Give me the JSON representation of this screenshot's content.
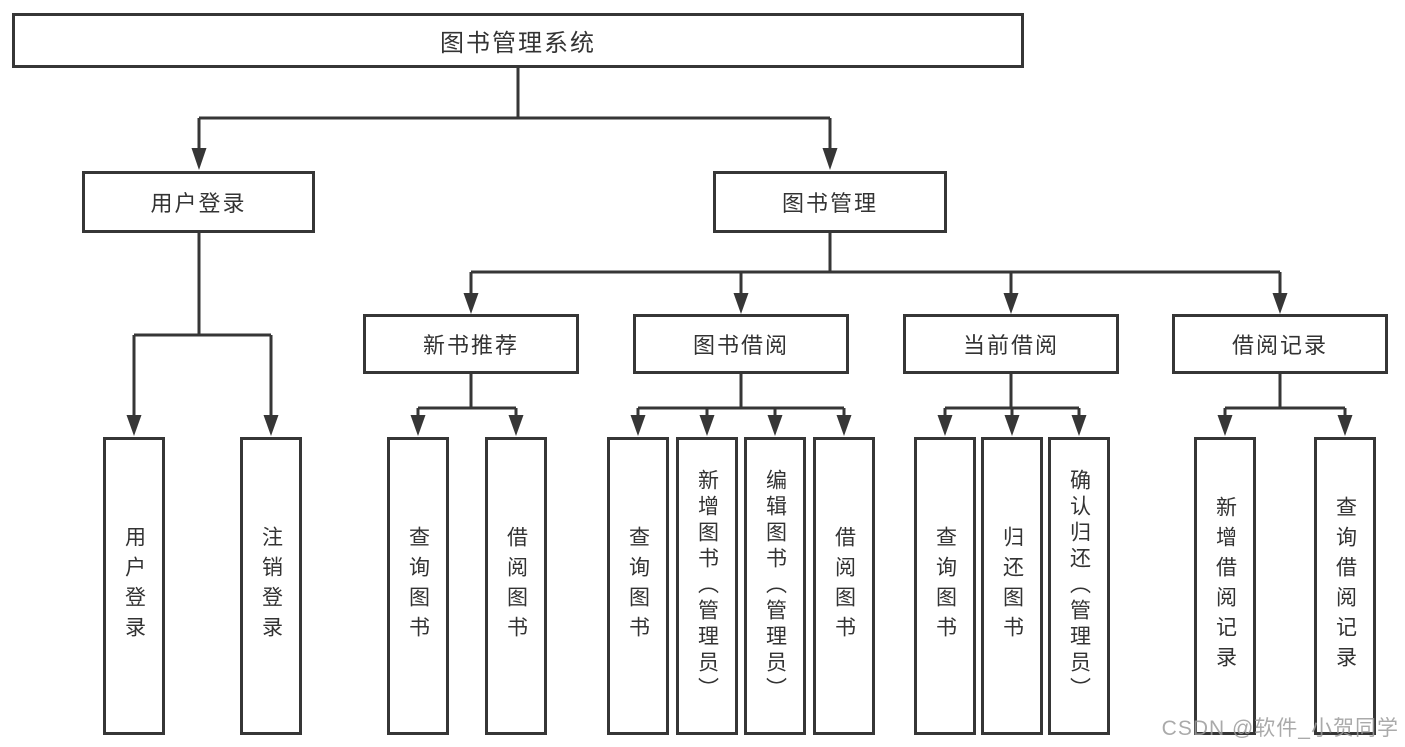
{
  "diagram": {
    "root": {
      "label": "图书管理系统"
    },
    "level2": {
      "user_login": {
        "label": "用户登录"
      },
      "book_management": {
        "label": "图书管理"
      }
    },
    "level3": {
      "new_book_recommend": {
        "label": "新书推荐"
      },
      "book_borrow": {
        "label": "图书借阅"
      },
      "current_borrow": {
        "label": "当前借阅"
      },
      "borrow_record": {
        "label": "借阅记录"
      }
    },
    "leaves": {
      "user_login": [
        "用户登录",
        "注销登录"
      ],
      "new_book_recommend": [
        "查询图书",
        "借阅图书"
      ],
      "book_borrow": [
        "查询图书",
        "新增图书（管理员）",
        "编辑图书（管理员）",
        "借阅图书"
      ],
      "current_borrow": [
        "查询图书",
        "归还图书",
        "确认归还（管理员）"
      ],
      "borrow_record": [
        "新增借阅记录",
        "查询借阅记录"
      ]
    },
    "colors": {
      "line": "#363636",
      "box_border": "#363636",
      "text": "#333333",
      "watermark": "#9c9c9c"
    }
  },
  "watermark": {
    "text": "CSDN @软件_小贺同学"
  }
}
